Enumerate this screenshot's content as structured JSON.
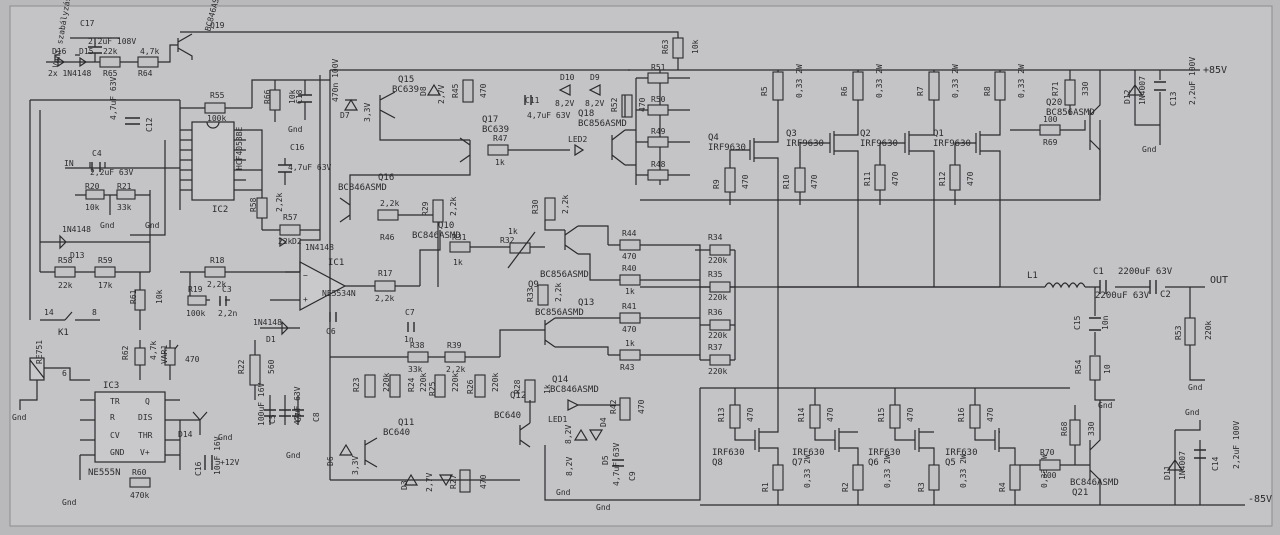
{
  "schematic": {
    "rails": {
      "pos": "+85V",
      "neg": "-85V",
      "aux": "+12V",
      "out": "OUT",
      "in": "IN"
    },
    "vent_label": "Vent szabályzás",
    "ground": "Gnd",
    "ics": {
      "ic1": "IC1",
      "ic1_part": "NE5534N",
      "ic2": "IC2",
      "ic2_part": "HCF4053BE",
      "ic3": "IC3",
      "ic3_part": "NE555N"
    },
    "ic3_pins": [
      "TR",
      "R",
      "CV",
      "GND",
      "Q",
      "DIS",
      "THR",
      "V+"
    ],
    "relay": {
      "name": "K1",
      "part": "RE751"
    },
    "inductor": "L1",
    "output_caps": {
      "c1": "C1",
      "c1_val": "2200uF 63V",
      "c2": "C2",
      "c2_val": "2200uF 63V"
    },
    "mosfets_top": [
      {
        "name": "Q4",
        "part": "IRF9630"
      },
      {
        "name": "Q3",
        "part": "IRF9630"
      },
      {
        "name": "Q2",
        "part": "IRF9630"
      },
      {
        "name": "Q1",
        "part": "IRF9630"
      }
    ],
    "mosfets_bottom": [
      {
        "name": "Q8",
        "part": "IRF630"
      },
      {
        "name": "Q7",
        "part": "IRF630"
      },
      {
        "name": "Q6",
        "part": "IRF630"
      },
      {
        "name": "Q5",
        "part": "IRF630"
      }
    ],
    "source_resistors_top": [
      {
        "name": "R5",
        "val": "0,33 2W"
      },
      {
        "name": "R6",
        "val": "0,33 2W"
      },
      {
        "name": "R7",
        "val": "0,33 2W"
      },
      {
        "name": "R8",
        "val": "0,33 2W"
      }
    ],
    "source_resistors_bottom": [
      {
        "name": "R1",
        "val": "0,33 2W"
      },
      {
        "name": "R2",
        "val": "0,33 2W"
      },
      {
        "name": "R3",
        "val": "0,33 2W"
      },
      {
        "name": "R4",
        "val": "0,33 2W"
      }
    ],
    "gate_resistors_top": [
      {
        "name": "R9",
        "val": "470"
      },
      {
        "name": "R10",
        "val": "470"
      },
      {
        "name": "R11",
        "val": "470"
      },
      {
        "name": "R12",
        "val": "470"
      }
    ],
    "gate_resistors_bottom": [
      {
        "name": "R13",
        "val": "470"
      },
      {
        "name": "R14",
        "val": "470"
      },
      {
        "name": "R15",
        "val": "470"
      },
      {
        "name": "R16",
        "val": "470"
      }
    ],
    "driver_resistors": [
      {
        "name": "R44",
        "val": "470",
        "r2": "R34",
        "v2": "220k"
      },
      {
        "name": "R40",
        "val": "1k",
        "r2": "R35",
        "v2": "220k"
      },
      {
        "name": "R41",
        "val": "470",
        "r2": "R36",
        "v2": "220k"
      },
      {
        "name": "R43",
        "val": "1k",
        "r2": "R37",
        "v2": "220k"
      }
    ],
    "top_bias_resistors": [
      "R51",
      "R50",
      "R49",
      "R48"
    ],
    "parts": {
      "c17": "C17",
      "c17_val": "2,2uF 108V",
      "d16": "D16",
      "d15": "D15",
      "diodes_pair": "2x 1N4148",
      "r65": "R65",
      "r65_val": "22k",
      "r64": "R64",
      "r64_val": "4,7k",
      "q19": "Q19",
      "q19_part": "BC846ASMD",
      "r63": "R63",
      "r63_val": "10k",
      "r55": "R55",
      "r55_val": "100k",
      "r66": "R66",
      "r66_val": "10k",
      "c12": "C12",
      "c12_val": "4,7uF 63V",
      "c4": "C4",
      "c4_val": "2,2uF 63V",
      "r20": "R20",
      "r20_val": "10k",
      "r21": "R21",
      "r21_val": "33k",
      "c18": "C18",
      "c18_val": "470n 100V",
      "c16": "C16",
      "c16_val": "4,7uF 63V",
      "r58_a": "R58",
      "r58_val": "2,2k",
      "r57": "R57",
      "r57_val": "22k",
      "d2": "D2",
      "d2_part": "1N4148",
      "d13": "D13",
      "d13_part": "1N4148",
      "r58": "R58",
      "r58b_val": "22k",
      "r59": "R59",
      "r59_val": "17k",
      "r18": "R18",
      "r18_val": "2,2k",
      "r19": "R19",
      "r19_val": "100k",
      "c3": "C3",
      "c3_val": "2,2n",
      "r61": "R61",
      "r61_val": "10k",
      "d1": "D1",
      "d1_part": "1N4148",
      "r62": "R62",
      "r62_val": "4,7k",
      "var1": "VAR1",
      "var1_val": "470",
      "r22": "R22",
      "r22_val": "560",
      "c5": "C5",
      "c5_val": "100uF 16V",
      "c7b": "C7",
      "c7b_val": "47uF 63V",
      "c8": "C8",
      "c6": "C6",
      "r17": "R17",
      "r17_val": "2,2k",
      "c7": "C7",
      "c7_val": "1n",
      "r38": "R38",
      "r38_val": "33k",
      "r39": "R39",
      "r39_val": "2,2k",
      "r23": "R23",
      "r23_val": "220k",
      "r24": "R24",
      "r24_val": "220k",
      "r25": "R25",
      "r25_val": "220k",
      "r26": "R26",
      "r26_val": "220k",
      "r28": "R28",
      "r28_val": "1k",
      "q15": "Q15",
      "q15_part": "BC639",
      "d7": "D7",
      "d7_val": "3,3V",
      "d8": "D8",
      "d8_val": "2,7V",
      "r45": "R45",
      "r45_val": "470",
      "c11": "C11",
      "c11_val": "4,7uF 63V",
      "d10": "D10",
      "d10_val": "8,2V",
      "d9": "D9",
      "d9_val": "8,2V",
      "r52": "R52",
      "r52_val": "470",
      "q17": "Q17",
      "q17_part": "BC639",
      "q18": "Q18",
      "q18_part": "BC856ASMD",
      "r47": "R47",
      "r47_val": "1k",
      "led2": "LED2",
      "q16": "Q16",
      "q16_part": "BC846ASMD",
      "r46": "R46",
      "r46_val": "2,2k",
      "r29": "R29",
      "r29_val": "2,2k",
      "q10": "Q10",
      "q10_part": "BC846ASMD",
      "r30": "R30",
      "r30_val": "2,2k",
      "r31": "R31",
      "r31_val": "1k",
      "r32": "R32",
      "r32_val": "1k",
      "q9": "Q9",
      "q9_part": "BC856ASMD",
      "r33": "R33",
      "r33_val": "2,2k",
      "q13": "Q13",
      "q13_part": "BC856ASMD",
      "q11": "Q11",
      "q11_part": "BC640",
      "d6": "D6",
      "d6_val": "3,3V",
      "d3": "D3",
      "d3_val": "2,7V",
      "r27": "R27",
      "r27_val": "470",
      "q12": "Q12",
      "q12_part": "BC640",
      "q14": "Q14",
      "q14_part": "BC846ASMD",
      "led1": "LED1",
      "d4": "D4",
      "d4_val": "8,2V",
      "d5": "D5",
      "d5_val": "8,2V",
      "r42": "R42",
      "r42_val": "470",
      "c9": "C9",
      "c9_val": "4,7uF 63V",
      "r71": "R71",
      "r71_val": "330",
      "r69": "R69",
      "r69_val": "100",
      "q20": "Q20",
      "q20_part": "BC856ASMD",
      "d12": "D12",
      "d12_part": "1N4007",
      "c13": "C13",
      "c13_val": "2,2uF 100V",
      "r70": "R70",
      "r70_val": "100",
      "r68": "R68",
      "r68_val": "330",
      "q21": "Q21",
      "q21_part": "BC846ASMD",
      "d11": "D11",
      "d11_part": "1N4007",
      "c14": "C14",
      "c14_val": "2,2uF 100V",
      "c15": "C15",
      "c15_val": "10n",
      "r54": "R54",
      "r54_val": "10",
      "r53": "R53",
      "r53_val": "220k",
      "r60": "R60",
      "r60_val": "470k",
      "c16b": "C16",
      "c16b_val": "10uF 16V",
      "d14": "D14",
      "k1_pins": [
        "14",
        "8",
        "6"
      ]
    }
  }
}
